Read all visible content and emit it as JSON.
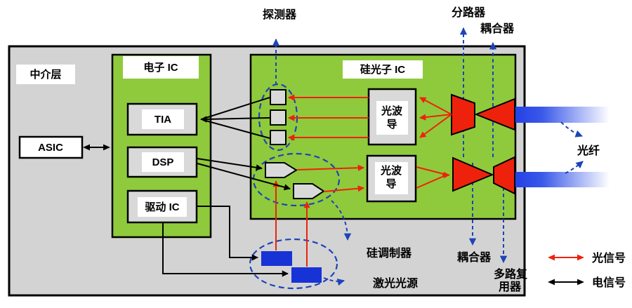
{
  "interposer": {
    "label": "中介层",
    "asic_label": "ASIC"
  },
  "electronic_ic": {
    "title": "电子 IC",
    "tia": "TIA",
    "dsp": "DSP",
    "driver_ic": "驱动 IC"
  },
  "photonic_ic": {
    "title": "硅光子 IC",
    "waveguide_line1": "光波",
    "waveguide_line2": "导"
  },
  "callouts": {
    "detector": "探测器",
    "splitter": "分路器",
    "coupler_top": "耦合器",
    "fiber": "光纤",
    "silicon_modulator": "硅调制器",
    "laser_source": "激光光源",
    "coupler_bottom": "耦合器",
    "multiplexer_line1": "多路复",
    "multiplexer_line2": "用器"
  },
  "legend": {
    "optical_signal": "光信号",
    "electrical_signal": "电信号"
  },
  "colors": {
    "photonic_green": "#8FCA3C",
    "panel_gray": "#D3D3D3",
    "component_gray": "#D9D9D9",
    "laser_blue": "#1733D6",
    "dashed_blue": "#1D44B8",
    "optical_red": "#EE220C",
    "fiber_blue": "#2441E5"
  }
}
